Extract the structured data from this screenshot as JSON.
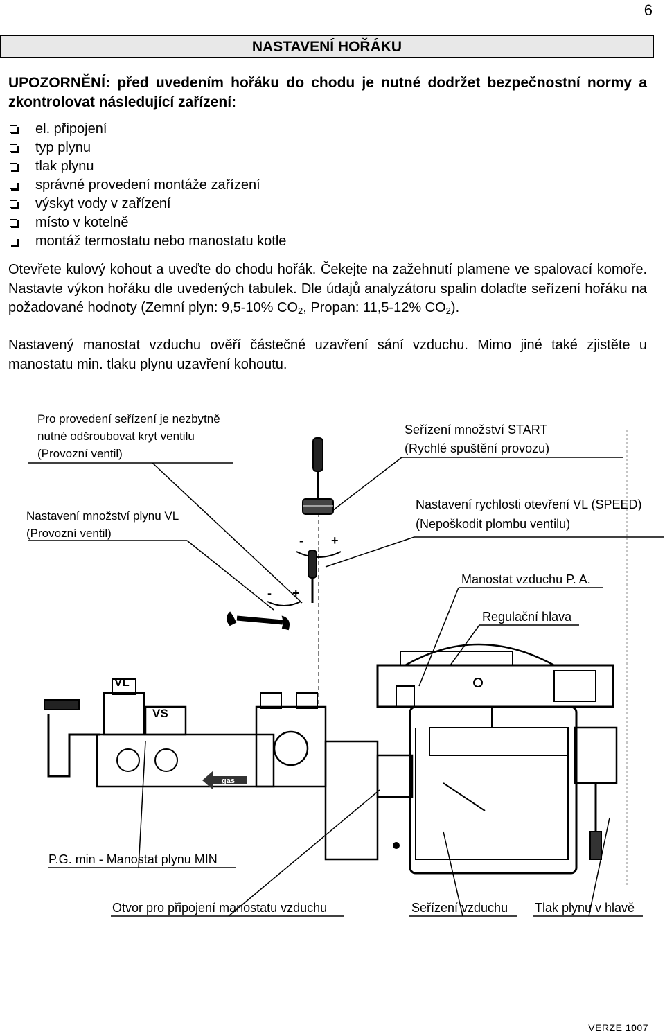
{
  "page": {
    "number": "6"
  },
  "title": "NASTAVENÍ HOŘÁKU",
  "warning": "UPOZORNĚNÍ: před uvedením hořáku do chodu je nutné dodržet bezpečnostní normy a zkontrolovat následující zařízení:",
  "checklist": [
    "el. připojení",
    "typ plynu",
    "tlak plynu",
    "správné provedení montáže zařízení",
    "výskyt vody v zařízení",
    "místo v kotelně",
    "montáž termostatu nebo manostatu kotle"
  ],
  "paragraph1": {
    "text": "Otevřete kulový kohout a uveďte do chodu hořák. Čekejte na zažehnutí plamene ve spalovací komoře. Nastavte výkon hořáku dle uvedených tabulek. Dle údajů analyzátoru spalin dolaďte seřízení hořáku na požadované hodnoty (Zemní plyn: 9,5-10% CO",
    "sub1": "2",
    "mid": ", Propan: 11,5-12% CO",
    "sub2": "2",
    "end": ")."
  },
  "paragraph2": "Nastavený manostat vzduchu ověří částečné uzavření sání vzduchu. Mimo jiné také zjistěte u manostatu min. tlaku plynu uzavření kohoutu.",
  "diagram": {
    "labels": {
      "cover_l1": "Pro provedení seřízení je nezbytně",
      "cover_l2": "nutné odšroubovat kryt ventilu",
      "cover_l3": "(Provozní ventil)",
      "start_l1": "Seřízení množství START",
      "start_l2": "(Rychlé spuštění provozu)",
      "vl_l1": "Nastavení množství plynu VL",
      "vl_l2": "(Provozní ventil)",
      "speed_l1": "Nastavení rychlosti otevření VL (SPEED)",
      "speed_l2": "(Nepoškodit plombu ventilu)",
      "air_switch": "Manostat vzduchu P. A.",
      "head": "Regulační hlava",
      "gas_min": "P.G. min - Manostat  plynu MIN",
      "air_hole": "Otvor pro připojení manostatu vzduchu",
      "air_adj": "Seřízení vzduchu",
      "head_pressure": "Tlak plynu v hlavě",
      "valve_vl": "VL",
      "valve_vs": "VS",
      "gas": "gas",
      "minus": "-",
      "plus": "+"
    }
  },
  "footer": {
    "prefix": "VERZE ",
    "bold": "10",
    "suffix": "07"
  }
}
